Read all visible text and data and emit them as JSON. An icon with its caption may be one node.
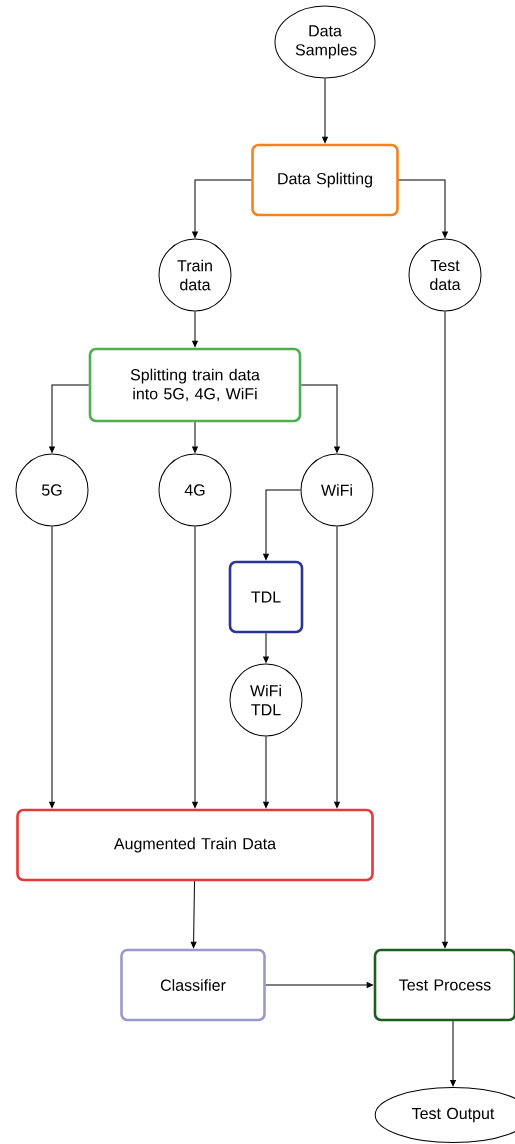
{
  "diagram": {
    "nodes": [
      {
        "text": [
          "Data Samples"
        ]
      },
      {
        "text": [
          "Data Splitting"
        ]
      },
      {
        "text": [
          "Train data"
        ]
      },
      {
        "text": [
          "Test data"
        ]
      },
      {
        "text": [
          "Splitting train data into 5G, 4G, WiFi"
        ]
      },
      {
        "text": [
          "5G"
        ]
      },
      {
        "text": [
          "4G"
        ]
      },
      {
        "text": [
          "WiFi"
        ]
      },
      {
        "text": [
          "TDL"
        ]
      },
      {
        "text": [
          "WiFi TDL"
        ]
      },
      {
        "text": [
          "Augmented Train Data"
        ]
      },
      {
        "text": [
          "Classifier"
        ]
      },
      {
        "text": [
          "Test Process"
        ]
      },
      {
        "text": [
          "Test Output"
        ]
      }
    ],
    "edges": [
      {
        "from": 0,
        "to": 1,
        "arrow": "to"
      },
      {
        "from": 1,
        "to": 2,
        "arrow": "to"
      },
      {
        "from": 1,
        "to": 3,
        "arrow": "to"
      },
      {
        "from": 2,
        "to": 4,
        "arrow": "to"
      },
      {
        "from": 4,
        "to": 5,
        "arrow": "to"
      },
      {
        "from": 4,
        "to": 6,
        "arrow": "to"
      },
      {
        "from": 4,
        "to": 7,
        "arrow": "to"
      },
      {
        "from": 7,
        "to": 8,
        "arrow": "to"
      },
      {
        "from": 8,
        "to": 9,
        "arrow": "to"
      },
      {
        "from": 5,
        "to": 10,
        "arrow": "to"
      },
      {
        "from": 6,
        "to": 10,
        "arrow": "to"
      },
      {
        "from": 9,
        "to": 10,
        "arrow": "to"
      },
      {
        "from": 7,
        "to": 10,
        "arrow": "to"
      },
      {
        "from": 10,
        "to": 11,
        "arrow": "to"
      },
      {
        "from": 11,
        "to": 12,
        "arrow": "to"
      },
      {
        "from": 3,
        "to": 12,
        "arrow": "to"
      },
      {
        "from": 12,
        "to": 13,
        "arrow": "to"
      }
    ]
  }
}
